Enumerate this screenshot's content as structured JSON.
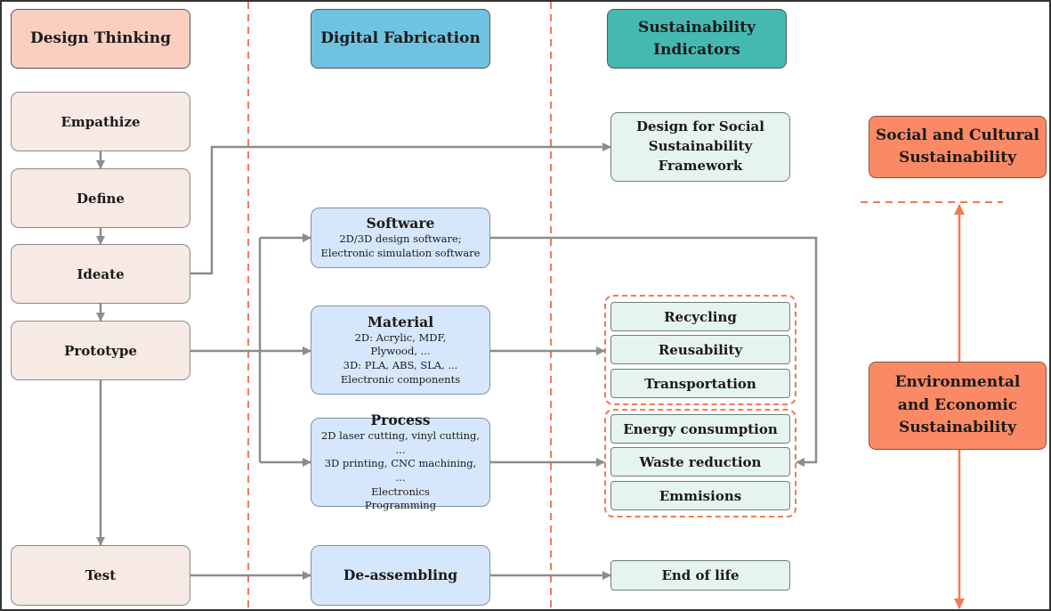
{
  "columns": {
    "design_thinking": "Design Thinking",
    "digital_fabrication": "Digital Fabrication",
    "sustainability_indicators": "Sustainability Indicators"
  },
  "design_thinking_steps": [
    "Empathize",
    "Define",
    "Ideate",
    "Prototype",
    "Test"
  ],
  "digital_fabrication": {
    "software": {
      "title": "Software",
      "lines": [
        "2D/3D design software;",
        "Electronic simulation software"
      ]
    },
    "material": {
      "title": "Material",
      "lines": [
        "2D: Acrylic, MDF,",
        "Plywood, ...",
        "3D: PLA, ABS, SLA, ...",
        "Electronic components"
      ]
    },
    "process": {
      "title": "Process",
      "lines": [
        "2D laser cutting, vinyl cutting, ...",
        "3D printing, CNC machining, ...",
        "Electronics",
        "Programming"
      ]
    },
    "deassembling": {
      "title": "De-assembling"
    }
  },
  "indicators": {
    "social_framework": "Design for Social Sustainability Framework",
    "material_group": [
      "Recycling",
      "Reusability",
      "Transportation"
    ],
    "process_group": [
      "Energy consumption",
      "Waste reduction",
      "Emmisions"
    ],
    "end_of_life": "End of life"
  },
  "categories": {
    "social_cultural": "Social and Cultural Sustainability",
    "environmental_economic": "Environmental and Economic Sustainability"
  },
  "colors": {
    "arrow_gray": "#8c8c8c",
    "dashed_orange": "#f07a52",
    "design_thinking_header": "#f9cfc2",
    "digital_fabrication_header": "#6fc3e0",
    "sustainability_header": "#45b9b1",
    "category_fill": "#f98a65"
  }
}
